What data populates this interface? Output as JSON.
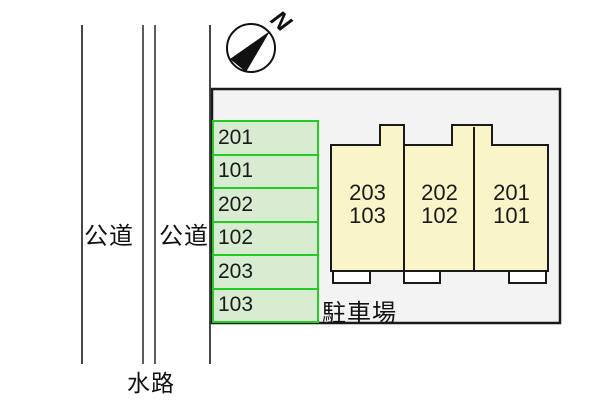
{
  "compass": {
    "north_label": "N"
  },
  "roads": {
    "left_road_label": "公道",
    "right_road_label": "公道",
    "waterway_label": "水路"
  },
  "site": {
    "parking_area_label": "駐車場"
  },
  "parking_spaces": [
    "201",
    "101",
    "202",
    "102",
    "203",
    "103"
  ],
  "building_units": [
    {
      "upper": "203",
      "lower": "103"
    },
    {
      "upper": "202",
      "lower": "102"
    },
    {
      "upper": "201",
      "lower": "101"
    }
  ],
  "colors": {
    "site_fill": "#f3f3f3",
    "site_outline": "#1a1a1a",
    "parking_space_fill": "#d8ecd2",
    "parking_space_border": "#22cc22",
    "building_fill": "#faf4c9",
    "building_outline": "#1a1a1a",
    "road_line": "#333333"
  }
}
